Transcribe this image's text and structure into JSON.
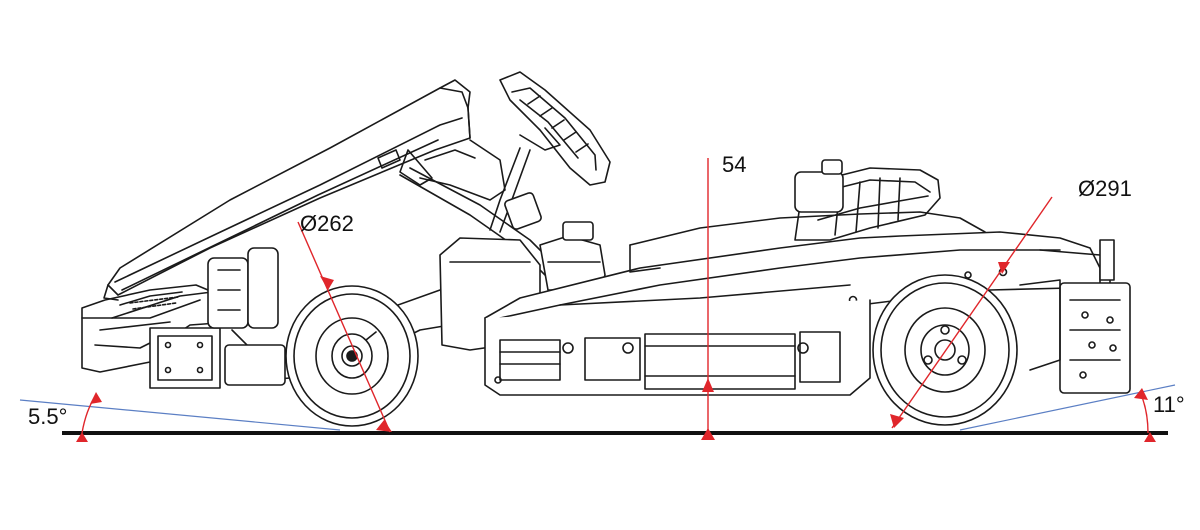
{
  "dimensions": {
    "front_wheel_diameter": "Ø262",
    "ground_clearance": "54",
    "rear_wheel_diameter": "Ø291",
    "front_approach_angle": "5.5°",
    "rear_departure_angle": "11°"
  },
  "colors": {
    "drawing_line": "#1a1a1a",
    "dimension_red": "#e0262b",
    "angle_blue": "#5b7fc4",
    "ground": "#111111",
    "background": "#ffffff"
  }
}
